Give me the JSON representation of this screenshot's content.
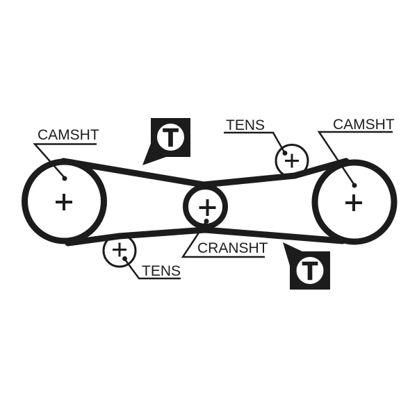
{
  "figure": {
    "background_color": "#ffffff",
    "line_color": "#1c1c1c",
    "labels": {
      "camshaft_left": "CAMSHT",
      "tensioner_top": "TENS",
      "camshaft_right": "CAMSHT",
      "crankshaft": "CRANSHT",
      "tensioner_bottom": "TENS"
    },
    "timing_marks": {
      "top": "T",
      "bottom": "T"
    }
  }
}
